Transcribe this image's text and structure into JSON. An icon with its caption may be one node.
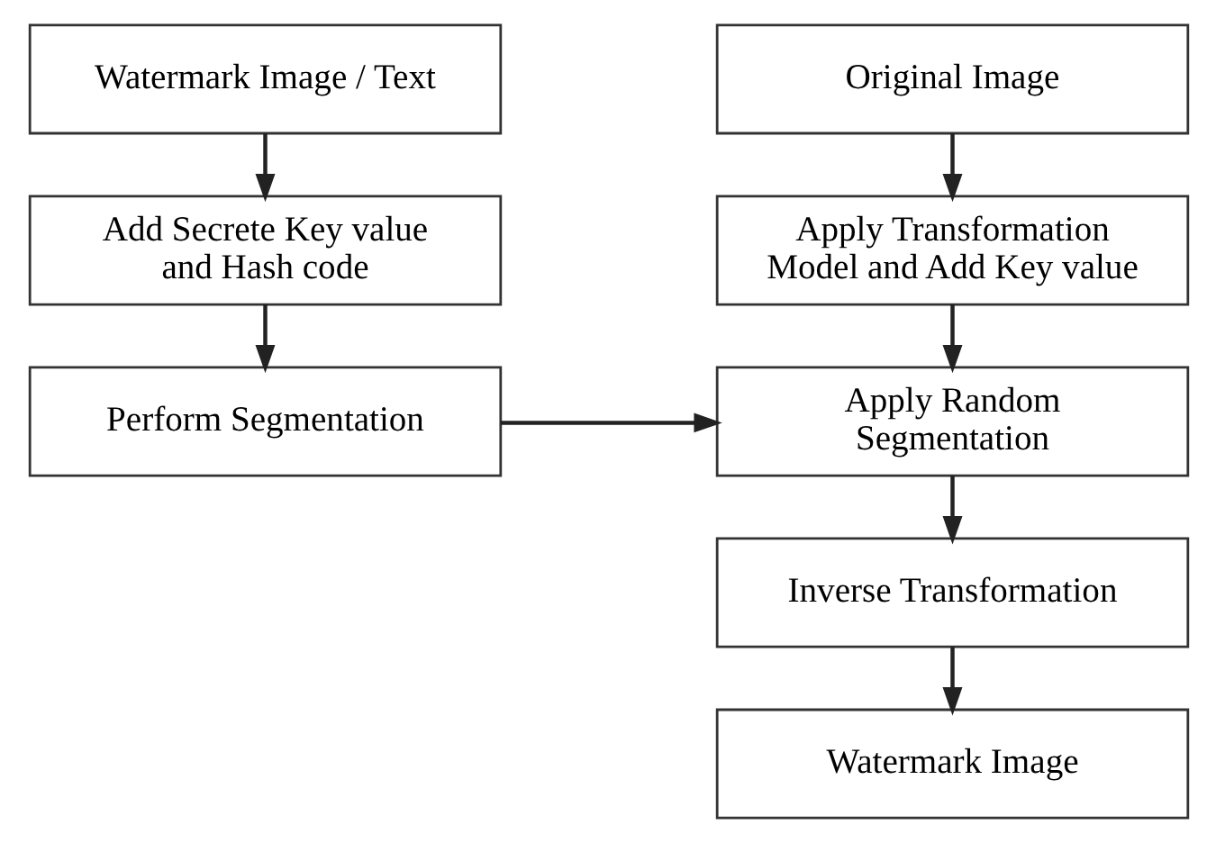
{
  "diagram": {
    "nodes": [
      {
        "text": [
          "Watermark Image / Text"
        ]
      },
      {
        "text": [
          "Add Secrete Key value and Hash code"
        ]
      },
      {
        "text": [
          "Perform Segmentation"
        ]
      },
      {
        "text": [
          "Original Image"
        ]
      },
      {
        "text": [
          "Apply Transformation Model and Add Key value"
        ]
      },
      {
        "text": [
          "Apply Random Segmentation"
        ]
      },
      {
        "text": [
          "Inverse Transformation"
        ]
      },
      {
        "text": [
          "Watermark Image"
        ]
      }
    ],
    "edges": [
      {
        "from": 0,
        "to": 1,
        "arrow": "to"
      },
      {
        "from": 1,
        "to": 2,
        "arrow": "to"
      },
      {
        "from": 3,
        "to": 4,
        "arrow": "to"
      },
      {
        "from": 4,
        "to": 5,
        "arrow": "to"
      },
      {
        "from": 2,
        "to": 5,
        "arrow": "to"
      },
      {
        "from": 5,
        "to": 6,
        "arrow": "to"
      },
      {
        "from": 6,
        "to": 7,
        "arrow": "to"
      }
    ]
  }
}
